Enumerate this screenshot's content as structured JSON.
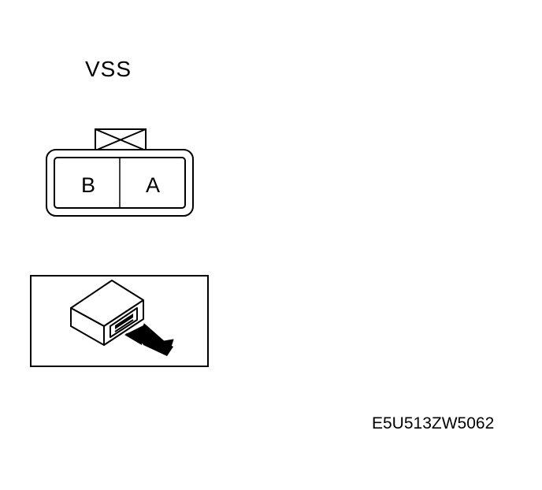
{
  "diagram": {
    "title": "VSS",
    "connector": {
      "terminals": [
        {
          "label": "B"
        },
        {
          "label": "A"
        }
      ]
    },
    "locator_icon": "connector-with-arrow-icon",
    "reference_code": "E5U513ZW5062"
  }
}
